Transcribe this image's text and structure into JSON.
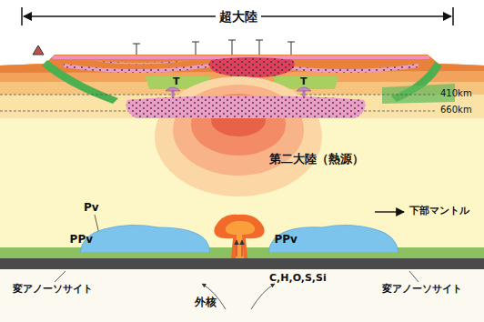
{
  "diagram": {
    "nodes": [
      {
        "text": [
          "PPv"
        ]
      },
      {
        "text": [
          "PPv"
        ]
      }
    ],
    "labels": [
      "超大陸",
      "T",
      "T",
      "410km",
      "660km",
      "第二大陸（熱源）",
      "Pv",
      "下部マントル",
      "C,H,O,S,Si",
      "変アノーソサイト",
      "変アノーソサイト",
      "外核"
    ]
  }
}
